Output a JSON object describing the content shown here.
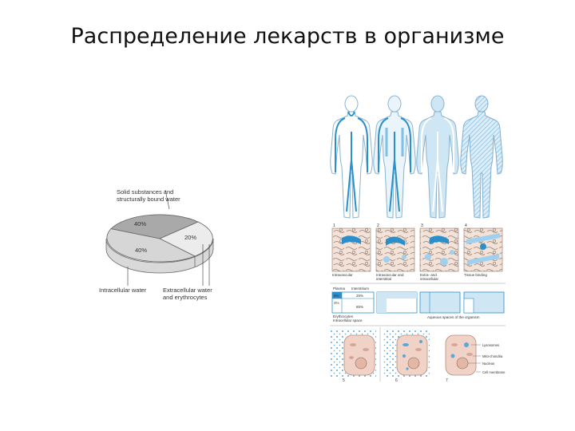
{
  "title": "Распределение  лекарств в организме",
  "pie": {
    "top_label": [
      "Solid substances and",
      "structurally bound water"
    ],
    "slice_top": "40%",
    "slice_right": "20%",
    "slice_front": "40%",
    "bottom_left_label": "Intracellular water",
    "bottom_right_label": [
      "Extracellular water",
      "and erythrocytes"
    ]
  },
  "figure": {
    "panel_numbers": [
      "1",
      "2",
      "3",
      "4"
    ],
    "panel_captions": [
      [
        "Intravascular"
      ],
      [
        "Intravascular and",
        "interstitial"
      ],
      [
        "Extra- and",
        "intracellular"
      ],
      [
        "Tissue binding"
      ]
    ],
    "table_header": [
      "Plasma",
      "Interstitium"
    ],
    "table_values": [
      "6%",
      "4%",
      "25%",
      "65%"
    ],
    "table_footer": [
      "Erythrocytes",
      "Intracellular space"
    ],
    "table_right": "Aqueous spaces of the organism",
    "cell_numbers": [
      "5",
      "6",
      "7"
    ],
    "legend": [
      "Lysosomes",
      "Mito-chondria",
      "Nucleus",
      "Cell membrane"
    ]
  },
  "colors": {
    "accent": "#4a9fd0",
    "shade": "#c9e2f2",
    "cell": "#f0d3c6"
  }
}
